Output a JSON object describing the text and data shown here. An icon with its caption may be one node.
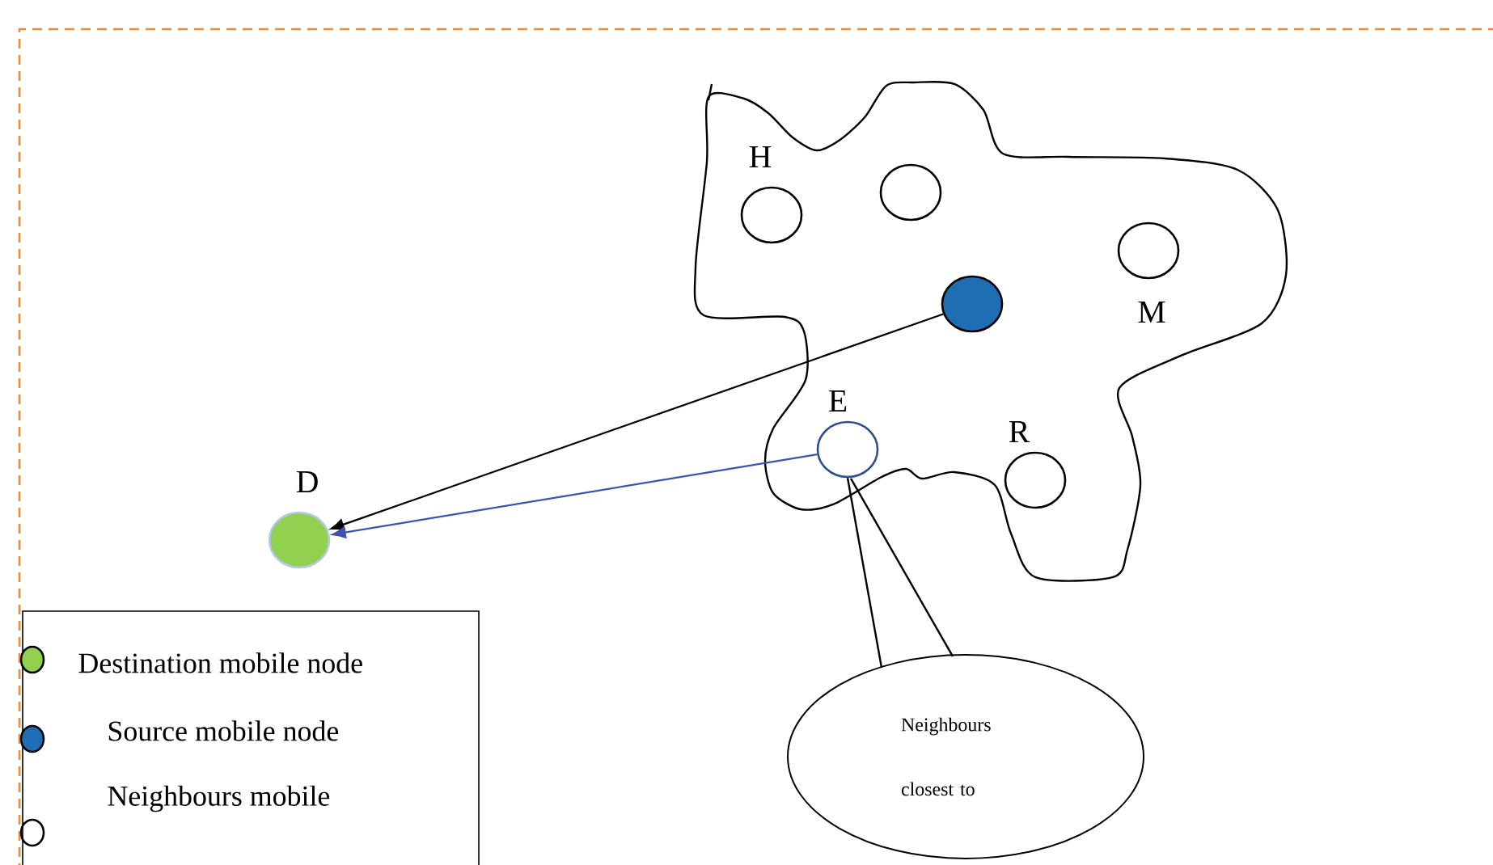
{
  "diagram": {
    "nodes": [
      {
        "text": [],
        "shape": "cloud"
      },
      {
        "text": [],
        "shape": "circle",
        "in": 0,
        "beside": [
          "H"
        ]
      },
      {
        "text": [],
        "shape": "circle",
        "in": 0
      },
      {
        "text": [],
        "shape": "circle",
        "in": 0,
        "beside": [
          "M"
        ]
      },
      {
        "text": [],
        "shape": "circle",
        "in": 0
      },
      {
        "text": [],
        "shape": "circle",
        "in": 0,
        "beside": [
          "E"
        ]
      },
      {
        "text": [],
        "shape": "circle",
        "in": 0,
        "beside": [
          "R"
        ]
      },
      {
        "text": [],
        "shape": "circle",
        "beside": [
          "D"
        ]
      },
      {
        "text": [
          "Neighbours closest to"
        ]
      }
    ],
    "edges": [
      {
        "from": 4,
        "to": 7,
        "arrow": "to"
      },
      {
        "from": 5,
        "to": 7,
        "arrow": "to",
        "color": "#3f51b5"
      },
      {
        "from": 8,
        "to": 5,
        "arrow": "none"
      }
    ],
    "legend": [
      {
        "text": "Destination mobile node",
        "color": "#92d050"
      },
      {
        "text": "Source mobile node",
        "color": "#1f6eb4"
      },
      {
        "text": "Neighbours mobile"
      }
    ]
  }
}
